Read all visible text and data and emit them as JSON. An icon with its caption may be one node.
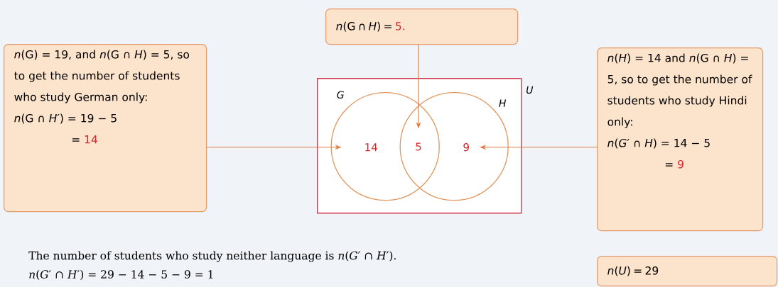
{
  "diagram": {
    "nodes": [
      {
        "text": [
          "*n*(G) = 19, and *n*(G ∩ *H*) = 5, so to get the number of students who study German only:",
          "*n*(G ∩ *H*′) = 19 − 5",
          "=",
          "14"
        ]
      },
      {
        "text": [
          "*n*(G ∩ *H*) =",
          "5."
        ]
      },
      {
        "text": [
          "*U*"
        ]
      },
      {
        "text": [
          "*G*"
        ],
        "in": 2
      },
      {
        "text": [
          "*H*"
        ],
        "in": 2
      },
      {
        "text": [
          "14"
        ],
        "in": 3
      },
      {
        "text": [
          "5"
        ]
      },
      {
        "text": [
          "9"
        ],
        "in": 4
      },
      {
        "text": [
          "*n*(*H*) = 14 and *n*(G ∩ *H*) = 5, so to get the number of students who study Hindi only:",
          "*n*(*G*′ ∩ *H*) = 14 − 5",
          "=",
          "9"
        ]
      },
      {
        "text": [
          "*n*(*U*) = 29"
        ]
      }
    ],
    "edges": [
      {
        "from": 0,
        "to": 5,
        "arrow": "to"
      },
      {
        "from": 1,
        "to": 6,
        "arrow": "to"
      },
      {
        "from": 8,
        "to": 7,
        "arrow": "to"
      }
    ],
    "labels": [
      "The number of students who study neither language is *n*(*G*′ ∩ *H*′).",
      "*n*(*G*′ ∩ *H*′) = 29 − 14 − 5 − 9 = 1"
    ]
  }
}
